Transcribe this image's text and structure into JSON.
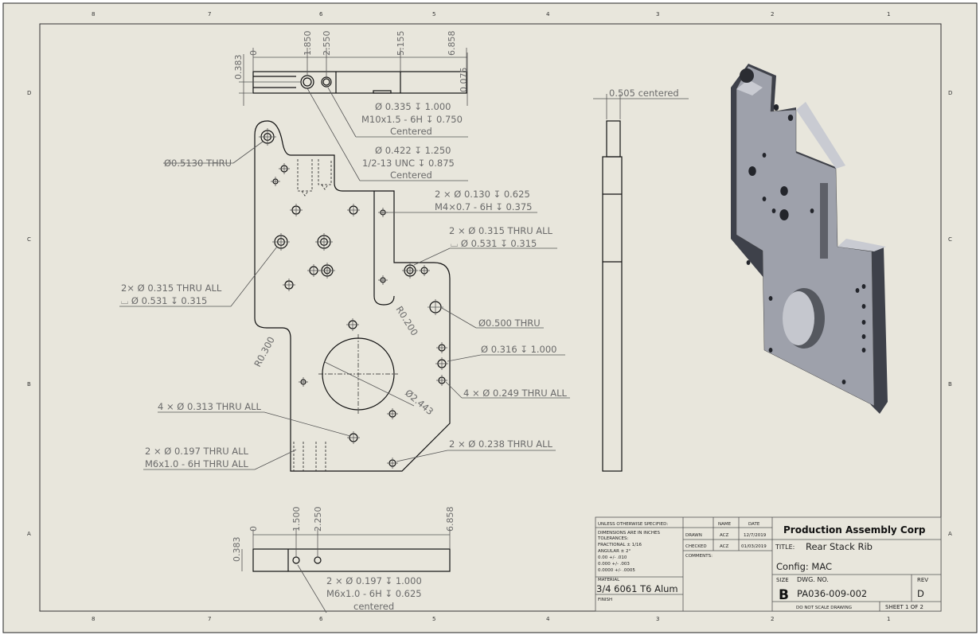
{
  "zones": {
    "columns": [
      "8",
      "7",
      "6",
      "5",
      "4",
      "3",
      "2",
      "1"
    ],
    "rows": [
      "D",
      "C",
      "B",
      "A"
    ]
  },
  "top_view": {
    "dims_horizontal": [
      "0",
      "1.850",
      "2.550",
      "5.155",
      "6.858"
    ],
    "dim_height": "0.383",
    "dim_right": "0.075",
    "callout_1": [
      "Ø 0.335 ↧ 1.000",
      "M10x1.5 - 6H ↧ 0.750",
      "Centered"
    ],
    "callout_2": [
      "Ø 0.422 ↧ 1.250",
      "1/2-13 UNC  ↧ 0.875",
      "Centered"
    ]
  },
  "front_view": {
    "callouts": [
      "Ø0.5130 THRU",
      "2 × Ø 0.130 ↧ 0.625",
      "M4×0.7 - 6H ↧ 0.375",
      "2 × Ø 0.315 THRU ALL",
      "⌴ Ø 0.531 ↧ 0.315",
      "2× Ø 0.315 THRU ALL",
      "⌴ Ø 0.531 ↧ 0.315",
      "R0.200",
      "Ø0.500 THRU",
      "R0.300",
      "Ø 0.316 ↧ 1.000",
      "4 × Ø 0.249 THRU ALL",
      "Ø2.443",
      "4 × Ø 0.313 THRU ALL",
      "2 × Ø 0.197 THRU ALL",
      "M6x1.0 - 6H THRU ALL",
      "2 × Ø 0.238 THRU ALL"
    ]
  },
  "side_view": {
    "dim": "0.505 centered"
  },
  "bottom_view": {
    "dims_horizontal": [
      "0",
      "1.500",
      "2.250",
      "6.858"
    ],
    "dim_height": "0.383",
    "callout": [
      "2 × Ø 0.197 ↧ 1.000",
      "M6x1.0 - 6H ↧ 0.625",
      "centered"
    ]
  },
  "title_block": {
    "unless": "UNLESS OTHERWISE SPECIFIED:",
    "tolerances": [
      "DIMENSIONS ARE IN INCHES",
      "TOLERANCES:",
      "FRACTIONAL ±   1/16",
      "ANGULAR ± 2°",
      "0.00 +/- .010",
      "0.000 +/- .003",
      "0.0000 +/- .0005"
    ],
    "name_header": "NAME",
    "date_header": "DATE",
    "drawn_label": "DRAWN",
    "drawn_name": "ACZ",
    "drawn_date": "12/7/2019",
    "checked_label": "CHECKED",
    "checked_name": "ACZ",
    "checked_date": "01/03/2019",
    "comments_label": "COMMENTS:",
    "material_label": "MATERIAL",
    "material": "3/4 6061 T6 Alum",
    "finish_label": "FINISH",
    "company": "Production Assembly Corp",
    "title_label": "TITLE:",
    "title": "Rear Stack Rib",
    "config": "Config:  MAC",
    "size_label": "SIZE",
    "size": "B",
    "dwg_label": "DWG. NO.",
    "dwg_no": "PA036-009-002",
    "rev_label": "REV",
    "rev": "D",
    "no_scale": "DO NOT SCALE DRAWING",
    "sheet": "SHEET 1 OF 2"
  }
}
